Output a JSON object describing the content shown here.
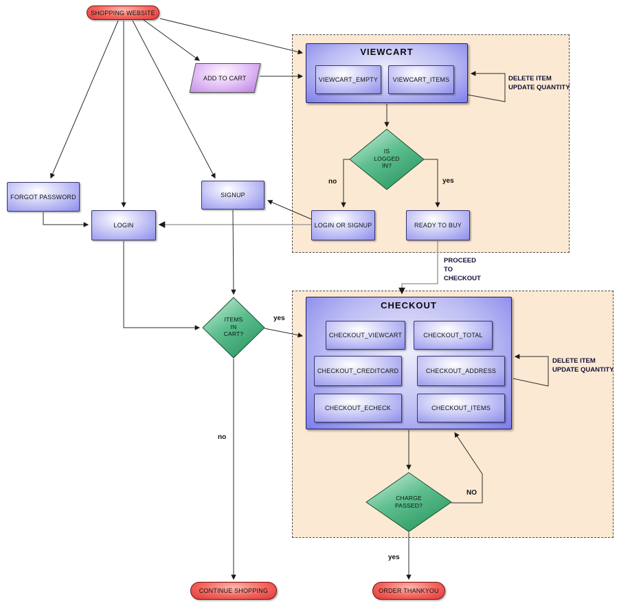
{
  "diagram": {
    "colors": {
      "group_fill": "#fce9d3",
      "process_blue": "#8d8dec",
      "terminal_red": "#ef5350",
      "decision_green": "#3da873",
      "io_purple": "#bf86e2"
    },
    "nodes": {
      "shopping_website": "SHOPPING WEBSITE",
      "add_to_cart": "ADD TO CART",
      "forgot_password": "FORGOT PASSWORD",
      "login": "LOGIN",
      "signup": "SIGNUP",
      "login_or_signup": "LOGIN OR SIGNUP",
      "ready_to_buy": "READY TO BUY",
      "is_logged_in": "IS\nLOGGED\nIN?",
      "items_in_cart": "ITEMS\nIN\nCART?",
      "charge_passed": "CHARGE\nPASSED?",
      "continue_shopping": "CONTINUE SHOPPING",
      "order_thankyou": "ORDER THANKYOU"
    },
    "groups": {
      "viewcart": {
        "title": "VIEWCART",
        "empty": "VIEWCART_EMPTY",
        "items": "VIEWCART_ITEMS",
        "loop_label": "DELETE ITEM\nUPDATE QUANTITY"
      },
      "checkout": {
        "title": "CHECKOUT",
        "viewcart": "CHECKOUT_VIEWCART",
        "total": "CHECKOUT_TOTAL",
        "creditcard": "CHECKOUT_CREDITCARD",
        "address": "CHECKOUT_ADDRESS",
        "echeck": "CHECKOUT_ECHECK",
        "items": "CHECKOUT_ITEMS",
        "loop_label": "DELETE ITEM\nUPDATE QUANTITY"
      }
    },
    "edge_labels": {
      "logged_in_no": "no",
      "logged_in_yes": "yes",
      "items_yes": "yes",
      "items_no": "no",
      "charge_no": "NO",
      "charge_yes": "yes",
      "proceed": "PROCEED\nTO\nCHECKOUT"
    }
  }
}
